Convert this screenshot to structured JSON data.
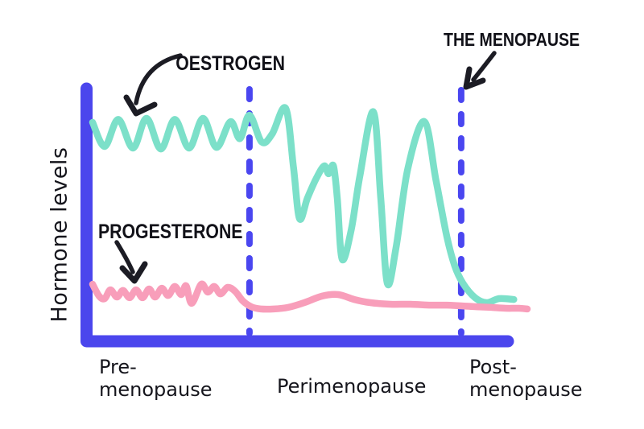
{
  "figure": {
    "y_axis_label": "Hormone levels",
    "series_labels": {
      "oestrogen": "OESTROGEN",
      "progesterone": "PROGESTERONE"
    },
    "menopause_label": "THE MENOPAUSE",
    "phases": {
      "pre": {
        "line1": "Pre-",
        "line2": "menopause"
      },
      "peri": {
        "line1": "Perimenopause"
      },
      "post": {
        "line1": "Post-",
        "line2": "menopause"
      }
    },
    "colors": {
      "axis_blue": "#4b46ed",
      "boundary_blue": "#4a46f0",
      "oestrogen_teal": "#7ce0c9",
      "progesterone_pink": "#f89eba",
      "ink": "#1c1c24",
      "background": "#ffffff"
    }
  },
  "chart_data": {
    "type": "line",
    "title": "",
    "ylabel": "Hormone levels",
    "xlabel": "",
    "x_range": [
      0,
      100
    ],
    "y_range": [
      0,
      110
    ],
    "grid": false,
    "legend_position": "inline-annotations",
    "style": "hand-drawn sketch, no tick marks, qualitative hormone levels",
    "phase_categories": [
      "Pre-menopause",
      "Perimenopause",
      "Post-menopause"
    ],
    "phase_boundaries_x": [
      36.1,
      84.8
    ],
    "boundary_line_style": "dashed-vertical",
    "annotations": [
      {
        "text": "OESTROGEN",
        "points_to": "oestrogen curve, pre-menopause section"
      },
      {
        "text": "PROGESTERONE",
        "points_to": "progesterone curve, pre-menopause section"
      },
      {
        "text": "THE MENOPAUSE",
        "points_to": "second dashed boundary line"
      }
    ],
    "series": [
      {
        "name": "OESTROGEN",
        "color": "#7ce0c9",
        "points": [
          [
            0,
            95.7
          ],
          [
            2.8,
            85
          ],
          [
            5.9,
            97
          ],
          [
            9.3,
            84.3
          ],
          [
            12.4,
            97.5
          ],
          [
            15.7,
            83.9
          ],
          [
            18.9,
            97
          ],
          [
            22.2,
            84.3
          ],
          [
            25.4,
            97.5
          ],
          [
            28.5,
            84.6
          ],
          [
            31.7,
            96
          ],
          [
            33.9,
            88.5
          ],
          [
            36.1,
            98.9
          ],
          [
            38.9,
            87
          ],
          [
            41.3,
            90.5
          ],
          [
            44.4,
            102
          ],
          [
            46.2,
            76
          ],
          [
            47.6,
            53
          ],
          [
            49.4,
            62
          ],
          [
            51.5,
            71
          ],
          [
            53.3,
            76.4
          ],
          [
            54.3,
            72.9
          ],
          [
            55.4,
            76.4
          ],
          [
            56.3,
            62
          ],
          [
            57.4,
            35
          ],
          [
            59.5,
            48
          ],
          [
            61.5,
            72
          ],
          [
            64.6,
            100.4
          ],
          [
            66.3,
            62
          ],
          [
            67.8,
            24.3
          ],
          [
            69.8,
            40
          ],
          [
            72.5,
            75
          ],
          [
            76.3,
            96.1
          ],
          [
            79,
            70
          ],
          [
            81.5,
            45
          ],
          [
            83.3,
            32.1
          ],
          [
            85.2,
            24.3
          ],
          [
            88,
            17.9
          ],
          [
            90.7,
            15.7
          ],
          [
            93.5,
            17.5
          ],
          [
            96.9,
            17.1
          ]
        ]
      },
      {
        "name": "PROGESTERONE",
        "color": "#f89eba",
        "points": [
          [
            0,
            23.9
          ],
          [
            1.5,
            18.6
          ],
          [
            2.8,
            17.5
          ],
          [
            4.1,
            21.4
          ],
          [
            5.6,
            18.2
          ],
          [
            7,
            21.1
          ],
          [
            8.5,
            17.9
          ],
          [
            10,
            21.4
          ],
          [
            11.5,
            17.9
          ],
          [
            13,
            21.8
          ],
          [
            14.4,
            18.2
          ],
          [
            15.9,
            22.1
          ],
          [
            17.4,
            18.9
          ],
          [
            18.9,
            22.9
          ],
          [
            20.4,
            19.3
          ],
          [
            21.5,
            23.2
          ],
          [
            22.8,
            15.4
          ],
          [
            25,
            23.9
          ],
          [
            26.5,
            20.4
          ],
          [
            28,
            22.9
          ],
          [
            29.4,
            19.6
          ],
          [
            31.1,
            22.5
          ],
          [
            32.8,
            20.7
          ],
          [
            34.6,
            16.4
          ],
          [
            36.5,
            13.9
          ],
          [
            38.7,
            12.9
          ],
          [
            41.7,
            12.9
          ],
          [
            45,
            13.6
          ],
          [
            48.7,
            15.7
          ],
          [
            52.8,
            18.6
          ],
          [
            56.5,
            19.3
          ],
          [
            60.2,
            17.1
          ],
          [
            63.9,
            15.7
          ],
          [
            68.5,
            15
          ],
          [
            73.1,
            15
          ],
          [
            77.8,
            14.6
          ],
          [
            81.5,
            14.6
          ],
          [
            84.8,
            14.3
          ],
          [
            88.3,
            13.9
          ],
          [
            91.7,
            13.6
          ],
          [
            95,
            13.2
          ],
          [
            98.1,
            13.2
          ],
          [
            100,
            12.9
          ]
        ]
      }
    ]
  }
}
